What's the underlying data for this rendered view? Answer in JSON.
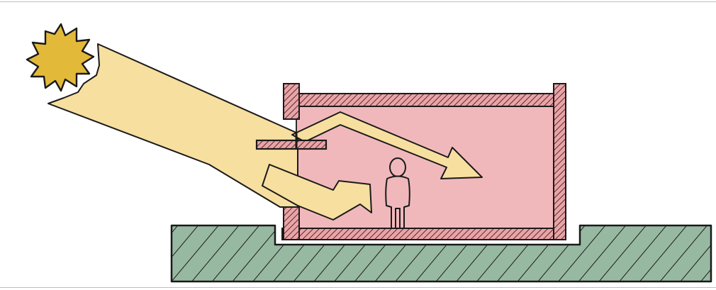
{
  "diagram": {
    "title": "",
    "colors": {
      "sun": "#e3b93a",
      "sun_outline": "#1a1a1a",
      "light_beam": "#f7dfa0",
      "interior": "#f1b8bc",
      "ground": "#98b9a1",
      "hatch": "#5a2a2a",
      "ink": "#1a1a1a"
    },
    "icons": [
      "sun-icon",
      "person-icon"
    ],
    "elements": [
      "sun",
      "sunlight-beam",
      "direct-light-arrow",
      "reflected-light-arrow",
      "overhang-shade",
      "building-section",
      "person",
      "ground"
    ]
  }
}
